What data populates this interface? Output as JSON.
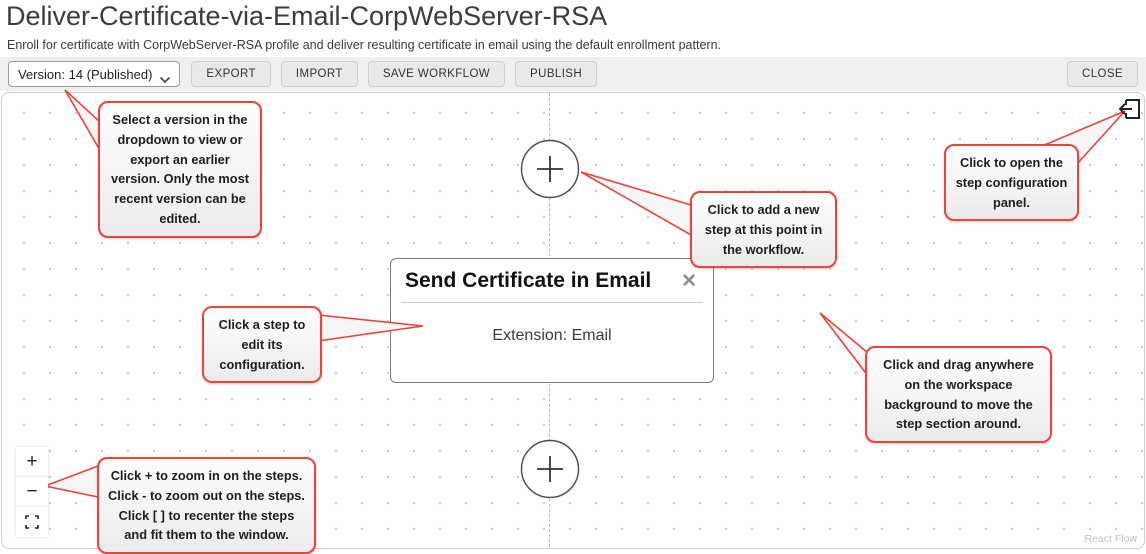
{
  "header": {
    "title": "Deliver-Certificate-via-Email-CorpWebServer-RSA",
    "subtitle": "Enroll for certificate with CorpWebServer-RSA profile and deliver resulting certificate in email using the default enrollment pattern."
  },
  "toolbar": {
    "version_selector": {
      "value": "Version: 14 (Published)"
    },
    "buttons": {
      "export": "EXPORT",
      "import": "IMPORT",
      "save_workflow": "SAVE WORKFLOW",
      "publish": "PUBLISH",
      "close": "CLOSE"
    }
  },
  "canvas": {
    "step_card": {
      "title": "Send Certificate in Email",
      "body": "Extension: Email",
      "close_glyph": "✕"
    },
    "controls": {
      "zoom_in_glyph": "+",
      "zoom_out_glyph": "−"
    },
    "attribution": "React Flow",
    "callouts": {
      "version": "Select a version in the dropdown to view or export an earlier version. Only the most recent version can be edited.",
      "add_step": "Click to add a new step at this point in the workflow.",
      "open_config": "Click to open the step configuration panel.",
      "edit_step": "Click a step to edit its configuration.",
      "drag_workspace": "Click and drag anywhere on the workspace background to move the step section around.",
      "zoom_controls": "Click + to zoom in on the steps. Click - to zoom out on the steps. Click [ ] to recenter the steps and fit them to the window."
    },
    "colors": {
      "callout_accent": "#e8453c",
      "node_border": "#4a4a4a"
    }
  }
}
